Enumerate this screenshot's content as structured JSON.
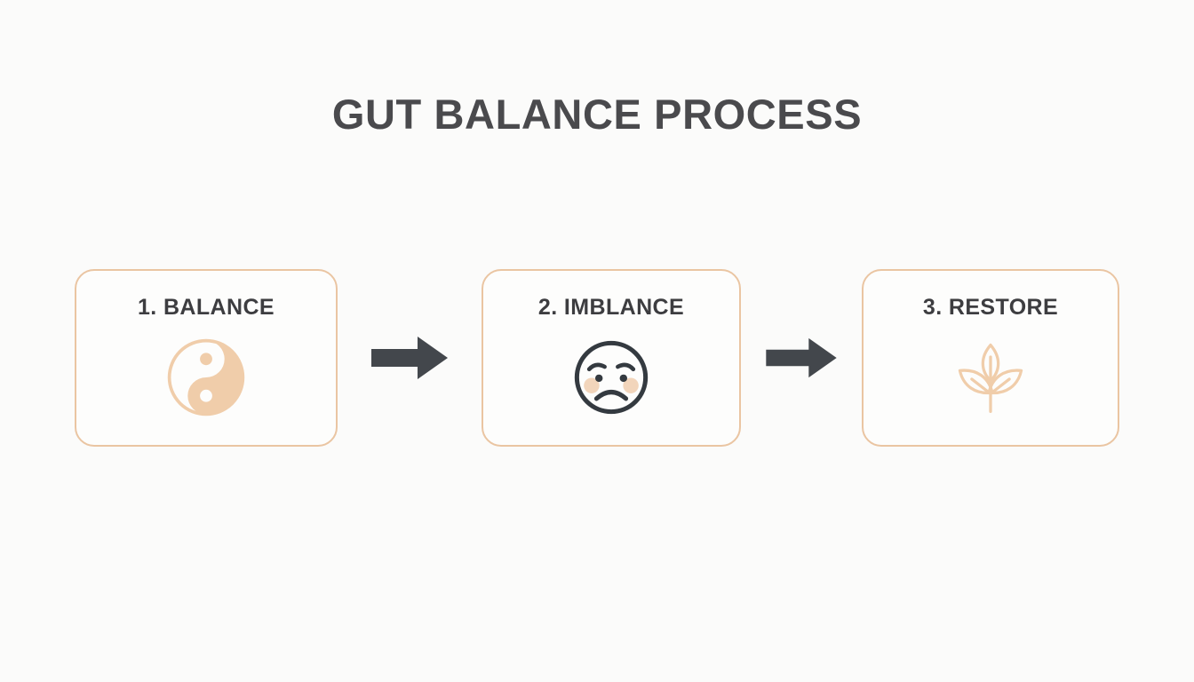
{
  "slide": {
    "title": "GUT BALANCE PROCESS",
    "background_color": "#fbfbfa",
    "title_color": "#4a4a4d",
    "accent_color": "#eac5a2",
    "icon_peach_color": "#f0cdaa",
    "blush_color": "#f2d5bb",
    "arrow_color": "#43474c",
    "card_border_color": "#eac5a2",
    "card_label_color": "#3d3d40"
  },
  "steps": [
    {
      "label": "1. BALANCE",
      "icon": "yin-yang-icon"
    },
    {
      "label": "2. IMBLANCE",
      "icon": "sad-face-icon"
    },
    {
      "label": "3. RESTORE",
      "icon": "leaf-plant-icon"
    }
  ],
  "connectors": [
    {
      "icon": "arrow-right-icon"
    },
    {
      "icon": "arrow-right-icon"
    }
  ]
}
